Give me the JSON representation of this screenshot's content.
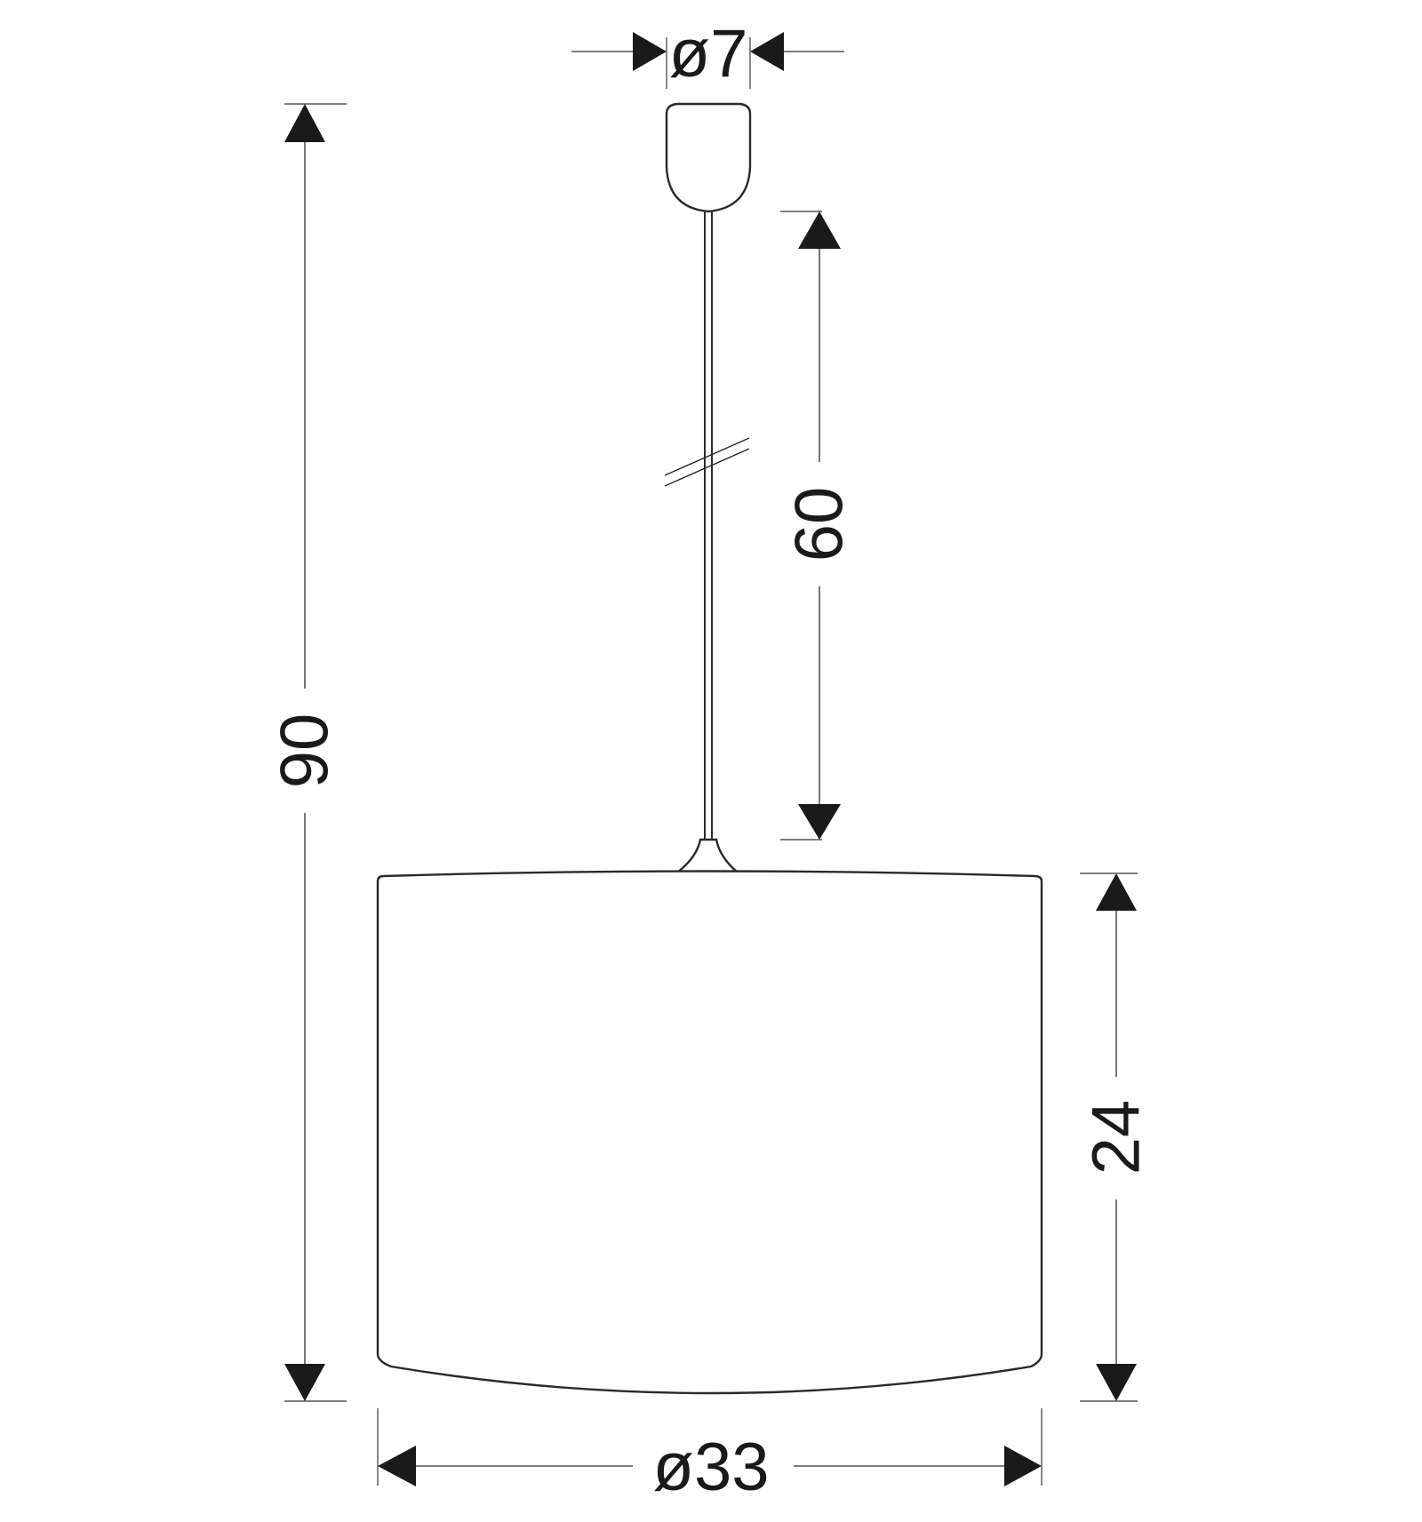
{
  "dimensions": {
    "canopy_diameter": "ø7",
    "total_height": "90",
    "cable_length": "60",
    "shade_height": "24",
    "shade_diameter": "ø33"
  },
  "colors": {
    "line": "#2a2a2a",
    "dimension": "#555555",
    "arrow": "#1a1a1a",
    "background": "#ffffff"
  }
}
